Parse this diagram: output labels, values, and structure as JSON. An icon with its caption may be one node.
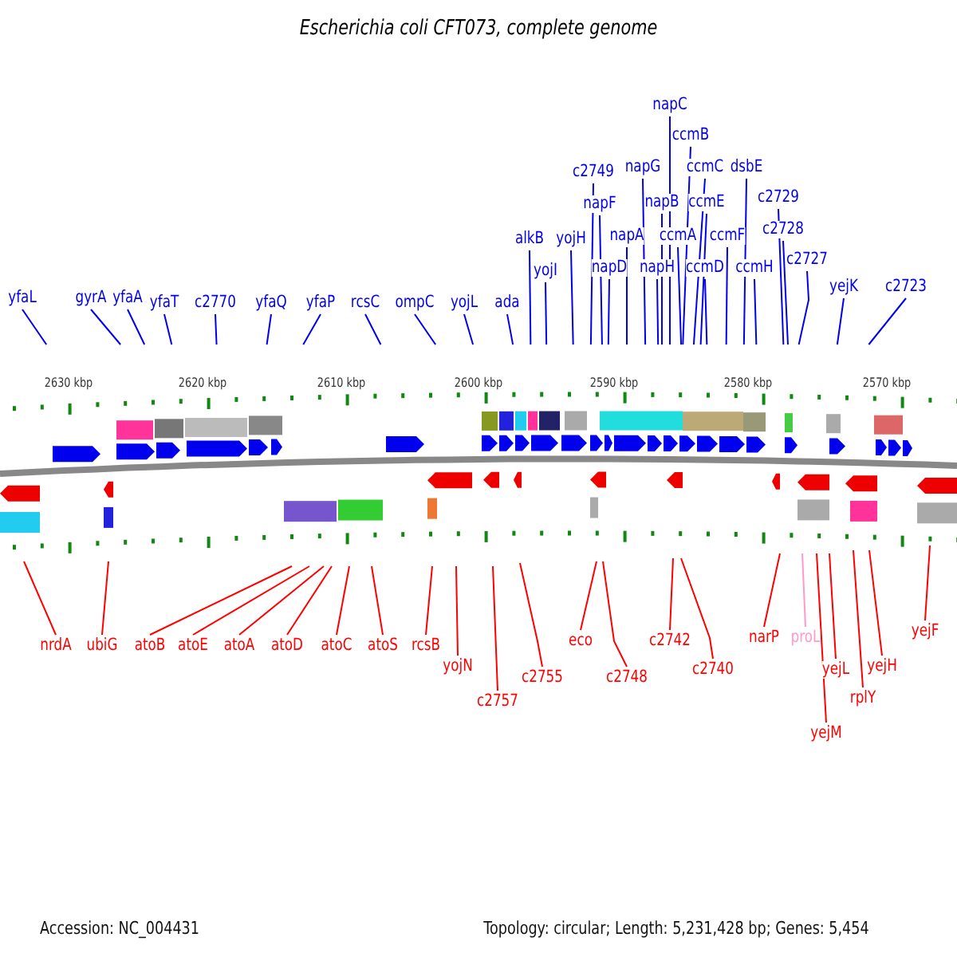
{
  "diagram": {
    "title": "Escherichia coli CFT073, complete genome",
    "nodes": [
      {
        "text": [
          "yfaL"
        ]
      },
      {
        "text": [
          "gyrA"
        ]
      },
      {
        "text": [
          "yfaA"
        ]
      },
      {
        "text": [
          "yfaT"
        ]
      },
      {
        "text": [
          "c2770"
        ]
      },
      {
        "text": [
          "yfaQ"
        ]
      },
      {
        "text": [
          "yfaP"
        ]
      },
      {
        "text": [
          "rcsC"
        ]
      },
      {
        "text": [
          "ompC"
        ]
      },
      {
        "text": [
          "yojL"
        ]
      },
      {
        "text": [
          "ada"
        ]
      },
      {
        "text": [
          "alkB"
        ]
      },
      {
        "text": [
          "yojI"
        ]
      },
      {
        "text": [
          "yojH"
        ]
      },
      {
        "text": [
          "c2749"
        ]
      },
      {
        "text": [
          "napF"
        ]
      },
      {
        "text": [
          "napD"
        ]
      },
      {
        "text": [
          "napA"
        ]
      },
      {
        "text": [
          "napG"
        ]
      },
      {
        "text": [
          "napB"
        ]
      },
      {
        "text": [
          "napH"
        ]
      },
      {
        "text": [
          "napC"
        ]
      },
      {
        "text": [
          "ccmB"
        ]
      },
      {
        "text": [
          "ccmA"
        ]
      },
      {
        "text": [
          "ccmC"
        ]
      },
      {
        "text": [
          "ccmE"
        ]
      },
      {
        "text": [
          "ccmD"
        ]
      },
      {
        "text": [
          "ccmF"
        ]
      },
      {
        "text": [
          "dsbE"
        ]
      },
      {
        "text": [
          "ccmH"
        ]
      },
      {
        "text": [
          "c2729"
        ]
      },
      {
        "text": [
          "c2728"
        ]
      },
      {
        "text": [
          "c2727"
        ]
      },
      {
        "text": [
          "yejK"
        ]
      },
      {
        "text": [
          "c2723"
        ]
      },
      {
        "text": [
          "nrdA"
        ]
      },
      {
        "text": [
          "ubiG"
        ]
      },
      {
        "text": [
          "atoB"
        ]
      },
      {
        "text": [
          "atoE"
        ]
      },
      {
        "text": [
          "atoA"
        ]
      },
      {
        "text": [
          "atoD"
        ]
      },
      {
        "text": [
          "atoC"
        ]
      },
      {
        "text": [
          "atoS"
        ]
      },
      {
        "text": [
          "rcsB"
        ]
      },
      {
        "text": [
          "yojN"
        ]
      },
      {
        "text": [
          "c2757"
        ]
      },
      {
        "text": [
          "c2755"
        ]
      },
      {
        "text": [
          "eco"
        ]
      },
      {
        "text": [
          "c2748"
        ]
      },
      {
        "text": [
          "c2742"
        ]
      },
      {
        "text": [
          "c2740"
        ]
      },
      {
        "text": [
          "narP"
        ]
      },
      {
        "text": [
          "proL"
        ]
      },
      {
        "text": [
          "yejL"
        ]
      },
      {
        "text": [
          "yejM"
        ]
      },
      {
        "text": [
          "rplY"
        ]
      },
      {
        "text": [
          "yejH"
        ]
      },
      {
        "text": [
          "yejF"
        ]
      }
    ],
    "edges": [
      {
        "from": 0,
        "to": null,
        "arrow": "none"
      },
      {
        "from": 1,
        "to": null,
        "arrow": "none"
      },
      {
        "from": 2,
        "to": null,
        "arrow": "none"
      },
      {
        "from": 3,
        "to": null,
        "arrow": "none"
      },
      {
        "from": 4,
        "to": null,
        "arrow": "none"
      },
      {
        "from": 5,
        "to": null,
        "arrow": "none"
      },
      {
        "from": 6,
        "to": null,
        "arrow": "none"
      },
      {
        "from": 7,
        "to": null,
        "arrow": "none"
      },
      {
        "from": 8,
        "to": null,
        "arrow": "none"
      },
      {
        "from": 9,
        "to": null,
        "arrow": "none"
      },
      {
        "from": 10,
        "to": null,
        "arrow": "none"
      },
      {
        "from": 11,
        "to": null,
        "arrow": "none"
      },
      {
        "from": 12,
        "to": null,
        "arrow": "none"
      },
      {
        "from": 13,
        "to": null,
        "arrow": "none"
      },
      {
        "from": 14,
        "to": null,
        "arrow": "none"
      },
      {
        "from": 15,
        "to": null,
        "arrow": "none"
      },
      {
        "from": 16,
        "to": null,
        "arrow": "none"
      },
      {
        "from": 17,
        "to": null,
        "arrow": "none"
      },
      {
        "from": 18,
        "to": null,
        "arrow": "none"
      },
      {
        "from": 19,
        "to": null,
        "arrow": "none"
      },
      {
        "from": 20,
        "to": null,
        "arrow": "none"
      },
      {
        "from": 21,
        "to": null,
        "arrow": "none"
      },
      {
        "from": 22,
        "to": null,
        "arrow": "none"
      },
      {
        "from": 23,
        "to": null,
        "arrow": "none"
      },
      {
        "from": 24,
        "to": null,
        "arrow": "none"
      },
      {
        "from": 25,
        "to": null,
        "arrow": "none"
      },
      {
        "from": 26,
        "to": null,
        "arrow": "none"
      },
      {
        "from": 27,
        "to": null,
        "arrow": "none"
      },
      {
        "from": 28,
        "to": null,
        "arrow": "none"
      },
      {
        "from": 29,
        "to": null,
        "arrow": "none"
      },
      {
        "from": 30,
        "to": null,
        "arrow": "none"
      },
      {
        "from": 31,
        "to": null,
        "arrow": "none"
      },
      {
        "from": 32,
        "to": null,
        "arrow": "none"
      },
      {
        "from": 33,
        "to": null,
        "arrow": "none"
      },
      {
        "from": 34,
        "to": null,
        "arrow": "none"
      },
      {
        "from": 35,
        "to": null,
        "arrow": "none",
        "color": "#ff0000"
      },
      {
        "from": 36,
        "to": null,
        "arrow": "none",
        "color": "#ff0000"
      },
      {
        "from": 37,
        "to": null,
        "arrow": "none",
        "color": "#ff0000"
      },
      {
        "from": 38,
        "to": null,
        "arrow": "none",
        "color": "#ff0000"
      },
      {
        "from": 39,
        "to": null,
        "arrow": "none",
        "color": "#ff0000"
      },
      {
        "from": 40,
        "to": null,
        "arrow": "none",
        "color": "#ff0000"
      },
      {
        "from": 41,
        "to": null,
        "arrow": "none",
        "color": "#ff0000"
      },
      {
        "from": 42,
        "to": null,
        "arrow": "none",
        "color": "#ff0000"
      },
      {
        "from": 43,
        "to": null,
        "arrow": "none",
        "color": "#ff0000"
      },
      {
        "from": 44,
        "to": null,
        "arrow": "none",
        "color": "#ff0000"
      },
      {
        "from": 45,
        "to": null,
        "arrow": "none",
        "color": "#ff0000"
      },
      {
        "from": 46,
        "to": null,
        "arrow": "none",
        "color": "#ff0000"
      },
      {
        "from": 47,
        "to": null,
        "arrow": "none",
        "color": "#ff0000"
      },
      {
        "from": 48,
        "to": null,
        "arrow": "none",
        "color": "#ff0000"
      },
      {
        "from": 49,
        "to": null,
        "arrow": "none",
        "color": "#ff0000"
      },
      {
        "from": 50,
        "to": null,
        "arrow": "none",
        "color": "#ff0000"
      },
      {
        "from": 51,
        "to": null,
        "arrow": "none",
        "color": "#ff0000"
      },
      {
        "from": 52,
        "to": null,
        "arrow": "none",
        "color": "#ff99cc"
      },
      {
        "from": 53,
        "to": null,
        "arrow": "none",
        "color": "#ff0000"
      },
      {
        "from": 54,
        "to": null,
        "arrow": "none",
        "color": "#ff0000"
      },
      {
        "from": 55,
        "to": null,
        "arrow": "none",
        "color": "#ff0000"
      },
      {
        "from": 56,
        "to": null,
        "arrow": "none",
        "color": "#ff0000"
      },
      {
        "from": 57,
        "to": null,
        "arrow": "none",
        "color": "#ff0000"
      }
    ],
    "labels": [
      "2630 kbp",
      "2620 kbp",
      "2610 kbp",
      "2600 kbp",
      "2590 kbp",
      "2580 kbp",
      "2570 kbp",
      "Accession: NC_004431",
      "Topology: circular; Length: 5,231,428 bp; Genes: 5,454"
    ]
  }
}
